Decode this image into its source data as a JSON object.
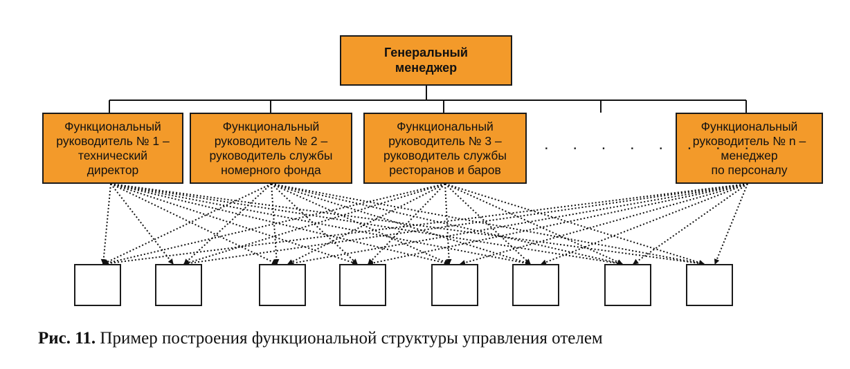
{
  "diagram": {
    "general_manager": "Генеральный\nменеджер",
    "functional_managers": [
      "Функциональный\nруководитель № 1 –\nтехнический\nдиректор",
      "Функциональный\nруководитель № 2 –\nруководитель службы\nномерного фонда",
      "Функциональный\nруководитель № 3 –\nруководитель службы\nресторанов и баров",
      "Функциональный\nруководитель № n –\nменеджер\nпо персоналу"
    ],
    "ellipsis": ". . . . . . . .",
    "unit_count": 8,
    "colors": {
      "box_fill": "#f39a2a",
      "border": "#1a1a1a"
    }
  },
  "caption": {
    "label": "Рис. 11.",
    "text": " Пример построения функциональной структуры управления отелем"
  }
}
